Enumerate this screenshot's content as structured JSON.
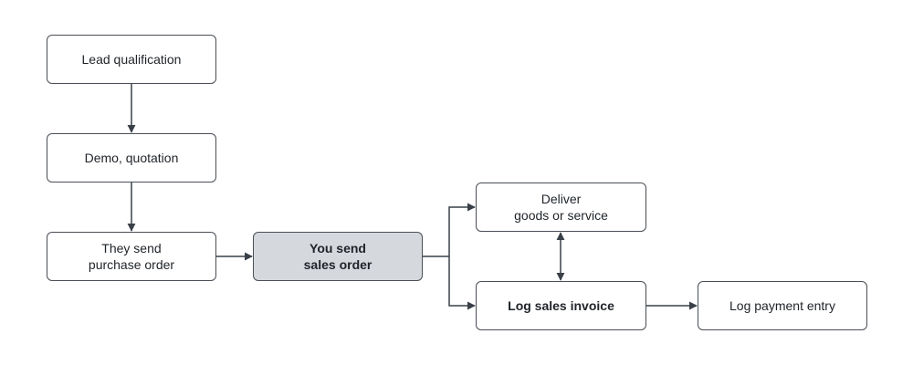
{
  "nodes": {
    "lead_qualification": "Lead qualification",
    "demo_quotation": "Demo, quotation",
    "they_send_purchase_order": "They send\npurchase order",
    "you_send_sales_order": "You send\nsales order",
    "deliver_goods_or_service": "Deliver\ngoods or service",
    "log_sales_invoice": "Log sales invoice",
    "log_payment_entry": "Log payment entry"
  },
  "colors": {
    "border": "#4a4f55",
    "text": "#1f2328",
    "highlight_fill": "#d5d9de",
    "edge": "#3a4048",
    "background": "#ffffff"
  }
}
